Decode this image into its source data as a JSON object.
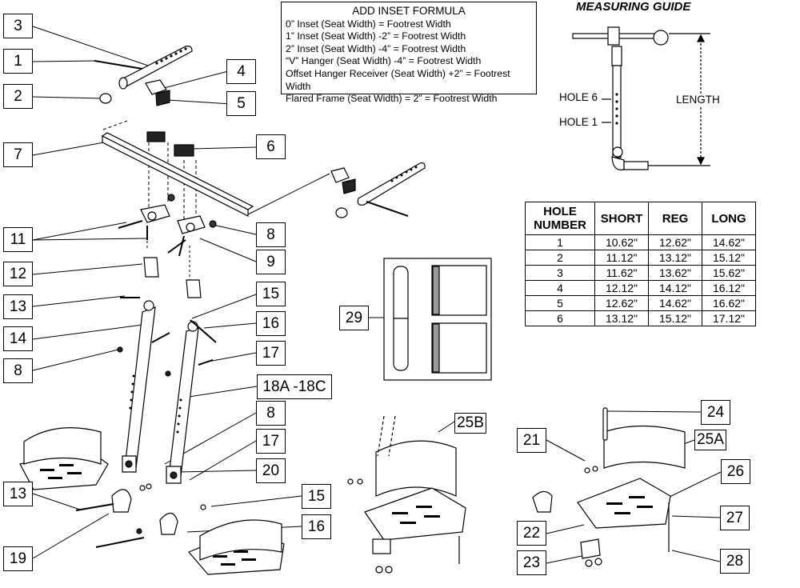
{
  "formula": {
    "title": "ADD INSET FORMULA",
    "lines": [
      "0” Inset (Seat Width) = Footrest Width",
      "1” Inset (Seat Width) -2” = Footrest Width",
      "2” Inset (Seat Width) -4” = Footrest Width",
      "“V” Hanger (Seat Width) -4” = Footrest Width",
      "Offset Hanger Receiver (Seat Width) +2” = Footrest Width",
      "Flared Frame (Seat Width) = 2” = Footrest Width"
    ]
  },
  "guide": {
    "title": "MEASURING GUIDE",
    "hole6": "HOLE 6",
    "hole1": "HOLE 1",
    "length": "LENGTH"
  },
  "table": {
    "headers": [
      "HOLE NUMBER",
      "SHORT",
      "REG",
      "LONG"
    ],
    "rows": [
      [
        "1",
        "10.62\"",
        "12.62\"",
        "14.62\""
      ],
      [
        "2",
        "11.12\"",
        "13.12\"",
        "15.12\""
      ],
      [
        "3",
        "11.62\"",
        "13.62\"",
        "15.62\""
      ],
      [
        "4",
        "12.12\"",
        "14.12\"",
        "16.12\""
      ],
      [
        "5",
        "12.62\"",
        "14.62\"",
        "16.62\""
      ],
      [
        "6",
        "13.12\"",
        "15.12\"",
        "17.12\""
      ]
    ]
  },
  "callouts": {
    "c3": "3",
    "c1": "1",
    "c2": "2",
    "c4": "4",
    "c5": "5",
    "c7": "7",
    "c6": "6",
    "c11": "11",
    "c8a": "8",
    "c9": "9",
    "c12": "12",
    "c13a": "13",
    "c15a": "15",
    "c14": "14",
    "c16a": "16",
    "c8b": "8",
    "c17a": "17",
    "c18": "18A -18C",
    "c8c": "8",
    "c17b": "17",
    "c20": "20",
    "c13b": "13",
    "c19": "19",
    "c15b": "15",
    "c16b": "16",
    "c29": "29",
    "c25b": "25B",
    "c24": "24",
    "c21": "21",
    "c25a": "25A",
    "c26": "26",
    "c27": "27",
    "c22": "22",
    "c23": "23",
    "c28": "28"
  }
}
